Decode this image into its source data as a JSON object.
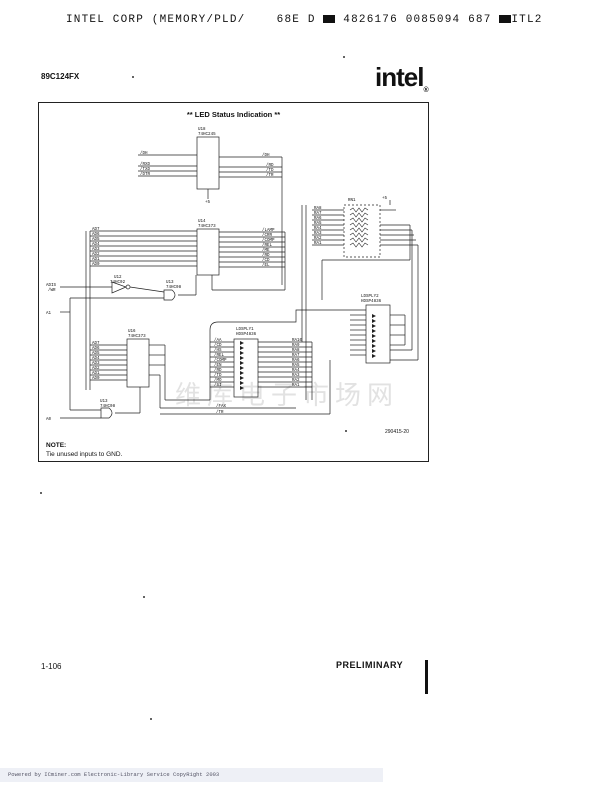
{
  "header": {
    "line_left": "INTEL CORP (MEMORY/PLD/",
    "code": "68E D",
    "numbers": "4826176 0085094 687",
    "tag": "ITL2"
  },
  "part_number": "89C124FX",
  "logo_text": "intel",
  "figure": {
    "title": "** LED Status Indication **",
    "figure_number": "290415-20"
  },
  "note": {
    "heading": "NOTE:",
    "text": "Tie unused inputs to GND."
  },
  "page_number": "1-106",
  "preliminary": "PRELIMINARY",
  "footer": "Powered by ICminer.com Electronic-Library Service CopyRight 2003",
  "watermark": "维库电子市场网",
  "schematic": {
    "u18": {
      "ref": "U18",
      "type": "74HC245"
    },
    "u14": {
      "ref": "U14",
      "type": "74HC373"
    },
    "u16": {
      "ref": "U16",
      "type": "74HC373"
    },
    "u12": {
      "ref": "U12",
      "type": "74HC02"
    },
    "u13a": {
      "ref": "U13",
      "type": "74HC08"
    },
    "u13b": {
      "ref": "U13",
      "type": "74HC08"
    },
    "rn1": {
      "ref": "RN1"
    },
    "ldsply1": {
      "ref": "LDSPLY1",
      "type": "HDSP4836"
    },
    "ldsply2": {
      "ref": "LDSPLY2",
      "type": "HDSP4836"
    },
    "vcc": "+5",
    "signals_in": [
      "ADIS",
      "/WR",
      "A1",
      "A0",
      "/DH",
      "/RXD",
      "/TXD",
      "/DTR"
    ],
    "bus_labels": [
      "AD7",
      "AD6",
      "AD5",
      "AD4",
      "AD3",
      "AD2",
      "AD1",
      "AD0"
    ],
    "u14_outs": [
      "/LAMP",
      "/CRR",
      "/COMP",
      "/REL",
      "/ME",
      "/RD",
      "/CD",
      "/EL"
    ],
    "u18_outs": [
      "/DH",
      "/RD",
      "/TD",
      "/TR"
    ],
    "rn_labels": [
      "RA8",
      "RA7",
      "RA6",
      "RA5",
      "RA4",
      "RA3",
      "RA2",
      "RA1"
    ],
    "d1_labels": [
      "/AA",
      "/CD",
      "/HS",
      "/REL",
      "/COMP",
      "/EN",
      "/RD",
      "/TD",
      "/MO",
      "/SI"
    ],
    "d1_right": [
      "RA10",
      "RA9",
      "RA8",
      "RA7",
      "RA6",
      "RA5",
      "RA4",
      "RA3",
      "RA2",
      "RA1"
    ],
    "bottom_labels": [
      "/FAX",
      "/TR"
    ]
  }
}
